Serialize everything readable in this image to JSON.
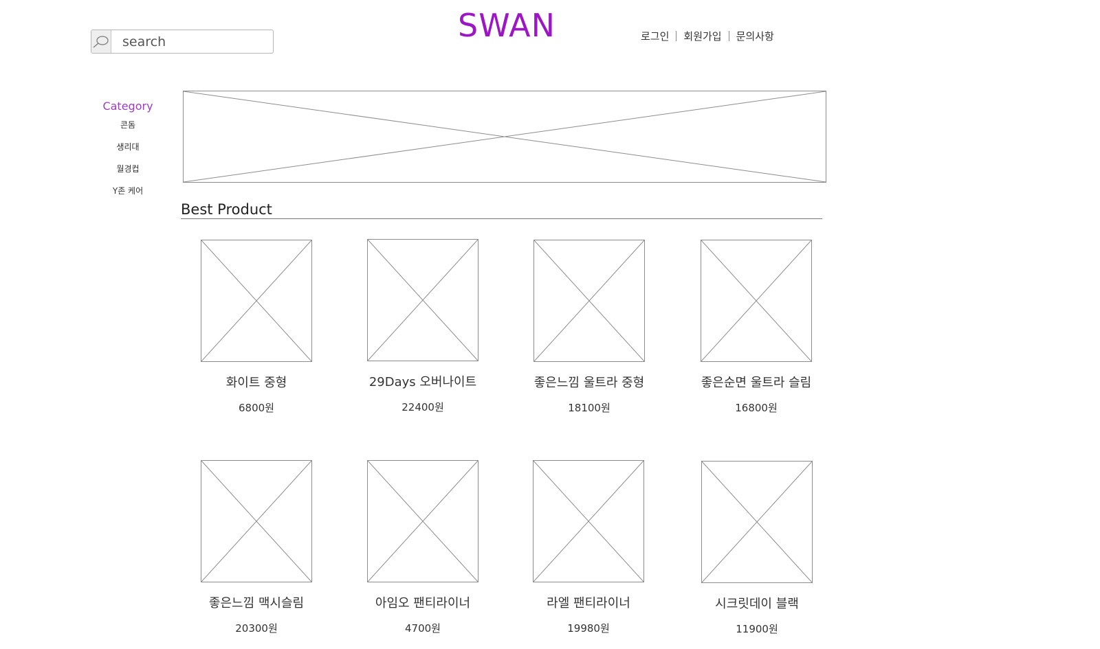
{
  "header": {
    "logo": "SWAN",
    "search": {
      "placeholder": "search",
      "value": ""
    },
    "nav": [
      {
        "label": "로그인"
      },
      {
        "label": "회원가입"
      },
      {
        "label": "문의사항"
      }
    ]
  },
  "category": {
    "title": "Category",
    "items": [
      "콘돔",
      "생리대",
      "월경컵",
      "Y존 케어"
    ]
  },
  "best": {
    "title": "Best Product",
    "products": [
      {
        "name": "화이트 중형",
        "price": "6800원"
      },
      {
        "name": "29Days 오버나이트",
        "price": "22400원"
      },
      {
        "name": "좋은느낌 울트라 중형",
        "price": "18100원"
      },
      {
        "name": "좋은순면 울트라 슬림",
        "price": "16800원"
      },
      {
        "name": "좋은느낌 맥시슬림",
        "price": "20300원"
      },
      {
        "name": "아임오 팬티라이너",
        "price": "4700원"
      },
      {
        "name": "라엘 팬티라이너",
        "price": "19980원"
      },
      {
        "name": "시크릿데이 블랙",
        "price": "11900원"
      }
    ]
  },
  "colors": {
    "accent": "#9c16c6",
    "category_title": "#9b3ebf",
    "wireframe_line": "#8c8c8c"
  }
}
